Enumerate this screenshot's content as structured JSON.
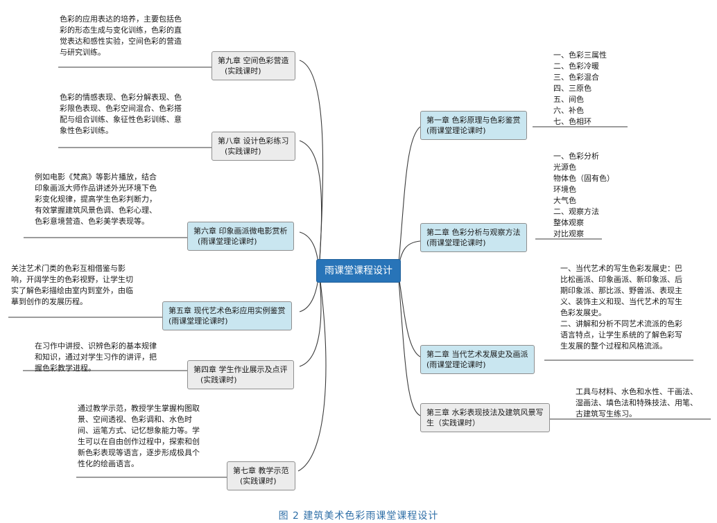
{
  "root": {
    "label": "雨课堂课程设计"
  },
  "chapters": {
    "ch9": {
      "title": "第九章 空间色彩营造",
      "type": "(实践课时)",
      "note": [
        "色彩的应用表达的培养，主要包括色",
        "彩的形态生成与变化训练，色彩的直",
        "觉表达和感性实验，空间色彩的营造",
        "与研究训练。"
      ]
    },
    "ch8": {
      "title": "第八章 设计色彩练习",
      "type": "(实践课时)",
      "note": [
        "色彩的情感表现、色彩分解表现、色",
        "彩限色表现、色彩空间混合、色彩搭",
        "配与组合训练、象征性色彩训练、意",
        "象性色彩训练。"
      ]
    },
    "ch6": {
      "title": "第六章 印象画派微电影赏析",
      "type": "(雨课堂理论课时)",
      "note": [
        "例如电影《梵高》等影片播放，结合",
        "印象画派大师作品讲述外光环境下色",
        "彩变化规律，提高学生色彩判断力，",
        "有效掌握建筑风景色调、色彩心理、",
        "色彩意境营造、色彩美学表现等。"
      ]
    },
    "ch5": {
      "title": "第五章 现代艺术色彩应用实例鉴赏",
      "type": "(雨课堂理论课时)",
      "note": [
        "关注艺术门类的色彩互相借鉴与影",
        "响，开阔学生的色彩视野，让学生切",
        "实了解色彩描绘由室内到室外，由临",
        "摹到创作的发展历程。"
      ]
    },
    "ch4": {
      "title": "第四章 学生作业展示及点评",
      "type": "(实践课时)",
      "note": [
        "在习作中讲授、识辨色彩的基本规律",
        "和知识，通过对学生习作的讲评，把",
        "握色彩教学进程。"
      ]
    },
    "ch7": {
      "title": "第七章 教学示范",
      "type": "(实践课时)",
      "note": [
        "通过教学示范，教授学生掌握构图取",
        "景、空间透视、色彩调和、水色时",
        "间、运笔方式、记忆想象能力等。学",
        "生可以在自由创作过程中，探索和创",
        "新色彩表现等语言，逐步形成极具个",
        "性化的绘画语言。"
      ]
    },
    "ch1": {
      "title": "第一章 色彩原理与色彩鉴赏",
      "type": "(雨课堂理论课时)",
      "note": [
        "一、色彩三属性",
        "二、色彩冷暖",
        "三、色彩混合",
        "四、三原色",
        "五、间色",
        "六、补色",
        "七、色相环"
      ]
    },
    "ch2a": {
      "title": "第二章 色彩分析与观察方法",
      "type": "(雨课堂理论课时)",
      "note": [
        "一、色彩分析",
        "光源色",
        "物体色（固有色）",
        "环境色",
        "大气色",
        "二、观察方法",
        "整体观察",
        "对比观察"
      ]
    },
    "ch2b": {
      "title": "第二章 当代艺术发展史及画派",
      "type": "(雨课堂理论课时)",
      "note": [
        "一、当代艺术的写生色彩发展史：巴",
        "比松画派、印象画派、新印象派、后",
        "期印象派、那比派、野兽派、表现主",
        "义、装饰主义和现、当代艺术的写生",
        "色彩发展史。",
        "二、讲解和分析不同艺术流派的色彩",
        "语言特点，让学生系统的了解色彩写",
        "生发展的整个过程和风格流派。"
      ]
    },
    "ch3": {
      "title": "第三章 水彩表现技法及建筑风景写",
      "type": "生（实践课时）",
      "note": [
        "工具与材料、水色和水性、干画法、",
        "湿画法、填色法和特殊技法、用笔、",
        "古建筑写生练习。"
      ]
    }
  },
  "caption": "图 2 建筑美术色彩雨课堂课程设计",
  "colors": {
    "root": "#2874b8",
    "theory": "#c9e6f0",
    "practice": "#ececec",
    "line": "#3a3a3a"
  }
}
